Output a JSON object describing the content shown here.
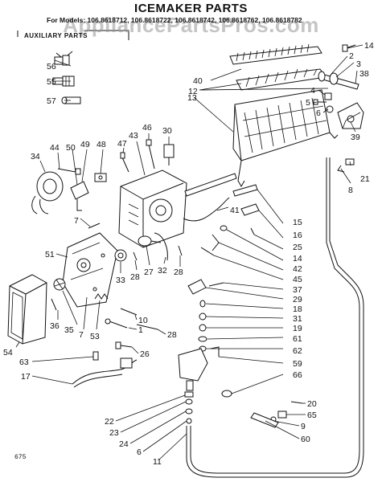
{
  "title": "ICEMAKER PARTS",
  "models_line": "For Models: 106.8618712, 106.8618722, 106.8618742, 106.8618762, 106.8618782",
  "auxiliary_label": "AUXILIARY PARTS",
  "watermark": "AppliancePartsPros.com",
  "footer_code": "675",
  "callouts": {
    "c14a": "14",
    "c2": "2",
    "c3": "3",
    "c38": "38",
    "c40": "40",
    "c12": "12",
    "c4": "4",
    "c5": "5",
    "c6a": "6",
    "c13": "13",
    "c39": "39",
    "c56": "56",
    "c55": "55",
    "c57": "57",
    "c30": "30",
    "c46": "46",
    "c43": "43",
    "c47": "47",
    "c48": "48",
    "c49": "49",
    "c50": "50",
    "c44": "44",
    "c34": "34",
    "c21": "21",
    "c8": "8",
    "c41": "41",
    "c15": "15",
    "c16": "16",
    "c25": "25",
    "c14b": "14",
    "c42": "42",
    "c45": "45",
    "c7a": "7",
    "c51": "51",
    "c33": "33",
    "c28a": "28",
    "c27": "27",
    "c32": "32",
    "c28b": "28",
    "c37": "37",
    "c29": "29",
    "c18": "18",
    "c31": "31",
    "c19": "19",
    "c61": "61",
    "c62": "62",
    "c59": "59",
    "c66": "66",
    "c36": "36",
    "c35": "35",
    "c7b": "7",
    "c53": "53",
    "c10": "10",
    "c1": "1",
    "c28c": "28",
    "c26": "26",
    "c54": "54",
    "c63": "63",
    "c17": "17",
    "c22": "22",
    "c23": "23",
    "c24": "24",
    "c6b": "6",
    "c11": "11",
    "c20": "20",
    "c65": "65",
    "c9": "9",
    "c60": "60"
  }
}
